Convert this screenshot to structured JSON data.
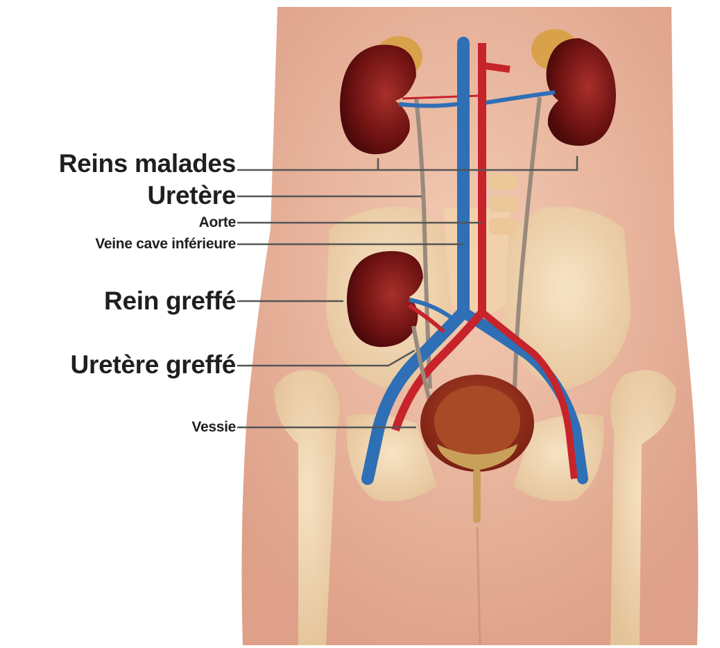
{
  "labels": {
    "reins_malades": "Reins malades",
    "uretere": "Uretère",
    "aorte": "Aorte",
    "veine_cave": "Veine cave inférieure",
    "rein_greffe": "Rein greffé",
    "uretere_greffe": "Uretère greffé",
    "vessie": "Vessie"
  },
  "colors": {
    "skin": "#e9b69c",
    "bone": "#f2dcb6",
    "kidney": "#6e1212",
    "adrenal": "#d9a14a",
    "vein": "#2f6fb5",
    "artery": "#c7232b",
    "ureter": "#9a8a7c",
    "bladder": "#8a2a18",
    "urine": "#c9a05a",
    "leader": "#555555",
    "text": "#1f1f1f"
  }
}
